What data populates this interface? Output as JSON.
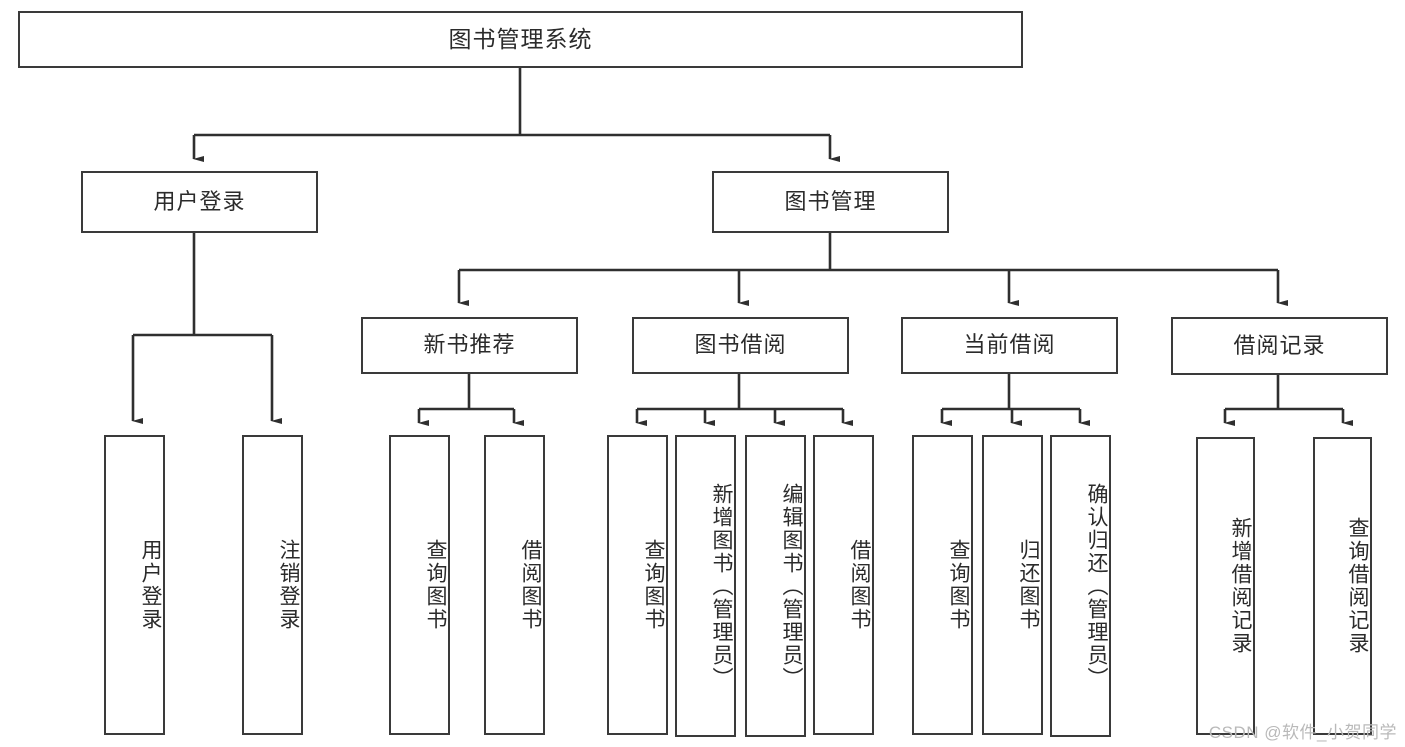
{
  "diagram": {
    "title": "图书管理系统",
    "watermark": "CSDN @软件_小贺同学",
    "line_color": "#3a3a3a",
    "text_color": "#2b2b2b",
    "background": "#ffffff",
    "root": {
      "label": "图书管理系统"
    },
    "level1": [
      {
        "label": "用户登录"
      },
      {
        "label": "图书管理"
      }
    ],
    "level2": [
      {
        "label": "新书推荐"
      },
      {
        "label": "图书借阅"
      },
      {
        "label": "当前借阅"
      },
      {
        "label": "借阅记录"
      }
    ],
    "leaves_login": [
      {
        "label": "用户登录"
      },
      {
        "label": "注销登录"
      }
    ],
    "leaves_newbook": [
      {
        "label": "查询图书"
      },
      {
        "label": "借阅图书"
      }
    ],
    "leaves_borrow": [
      {
        "label": "查询图书"
      },
      {
        "label": "新增图书（管理员）"
      },
      {
        "label": "编辑图书（管理员）"
      },
      {
        "label": "借阅图书"
      }
    ],
    "leaves_current": [
      {
        "label": "查询图书"
      },
      {
        "label": "归还图书"
      },
      {
        "label": "确认归还（管理员）"
      }
    ],
    "leaves_record": [
      {
        "label": "新增借阅记录"
      },
      {
        "label": "查询借阅记录"
      }
    ]
  }
}
